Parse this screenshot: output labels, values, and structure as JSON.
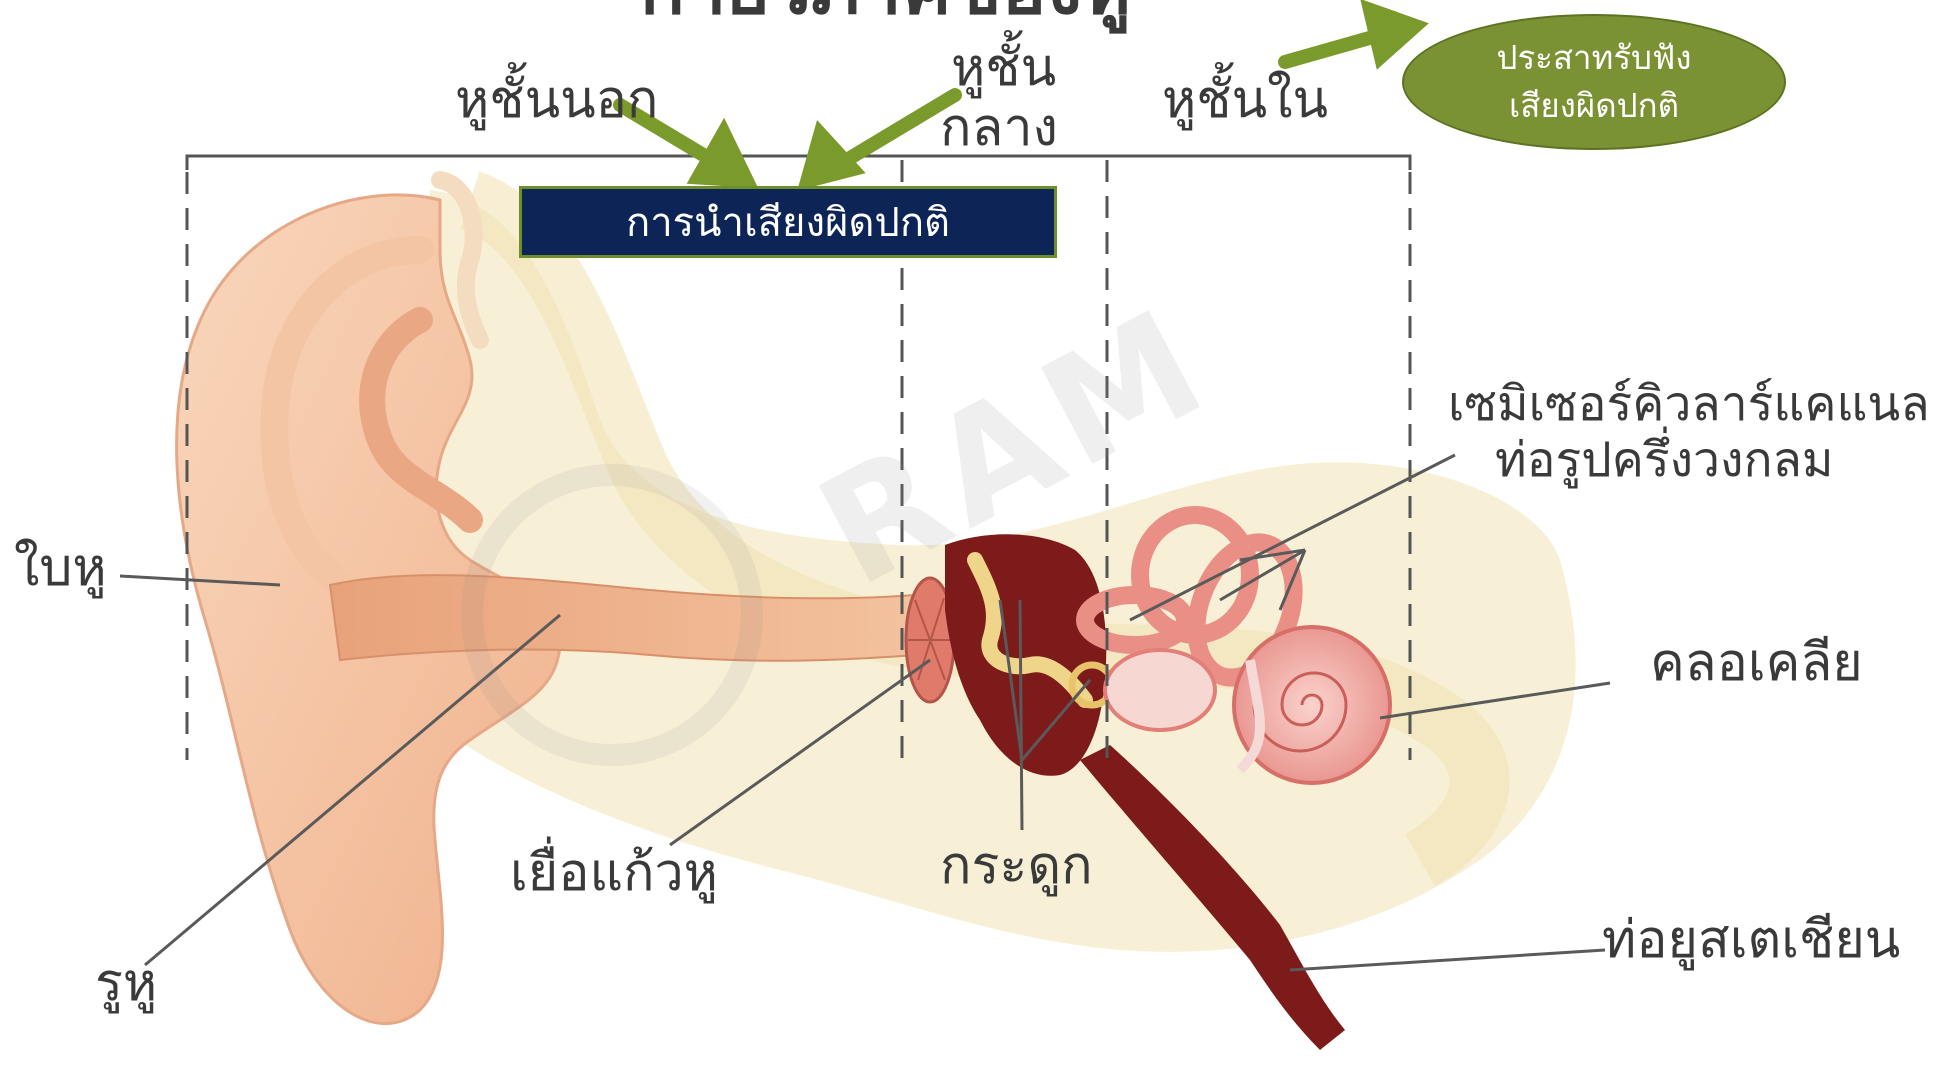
{
  "title": "กายวิภาคของหู",
  "regions": {
    "outer": "หูชั้นนอก",
    "middle_line1": "หูชั้น",
    "middle_line2": "กลาง",
    "inner": "หูชั้นใน"
  },
  "callouts": {
    "conductive": "การนำเสียงผิดปกติ",
    "sensorineural_line1": "ประสาทรับฟัง",
    "sensorineural_line2": "เสียงผิดปกติ"
  },
  "labels": {
    "pinna": "ใบหู",
    "ear_canal": "รูหู",
    "eardrum": "เยื่อแก้วหู",
    "ossicles": "กระดูก",
    "semicircular_line1": "เซมิเซอร์คิวลาร์แคแนล",
    "semicircular_line2": "ท่อรูปครึ่งวงกลม",
    "cochlea": "คลอเคลีย",
    "eustachian": "ท่อยูสเตเชียน"
  },
  "watermark": "RAM",
  "colors": {
    "arrow": "#7a9a2c",
    "box_bg": "#0d2457",
    "ellipse_bg": "#7a9134",
    "skin": "#f6c9a6",
    "bone": "#f6ecc8",
    "tissue_dark": "#7d1a1a",
    "pink": "#f2a9a0"
  }
}
